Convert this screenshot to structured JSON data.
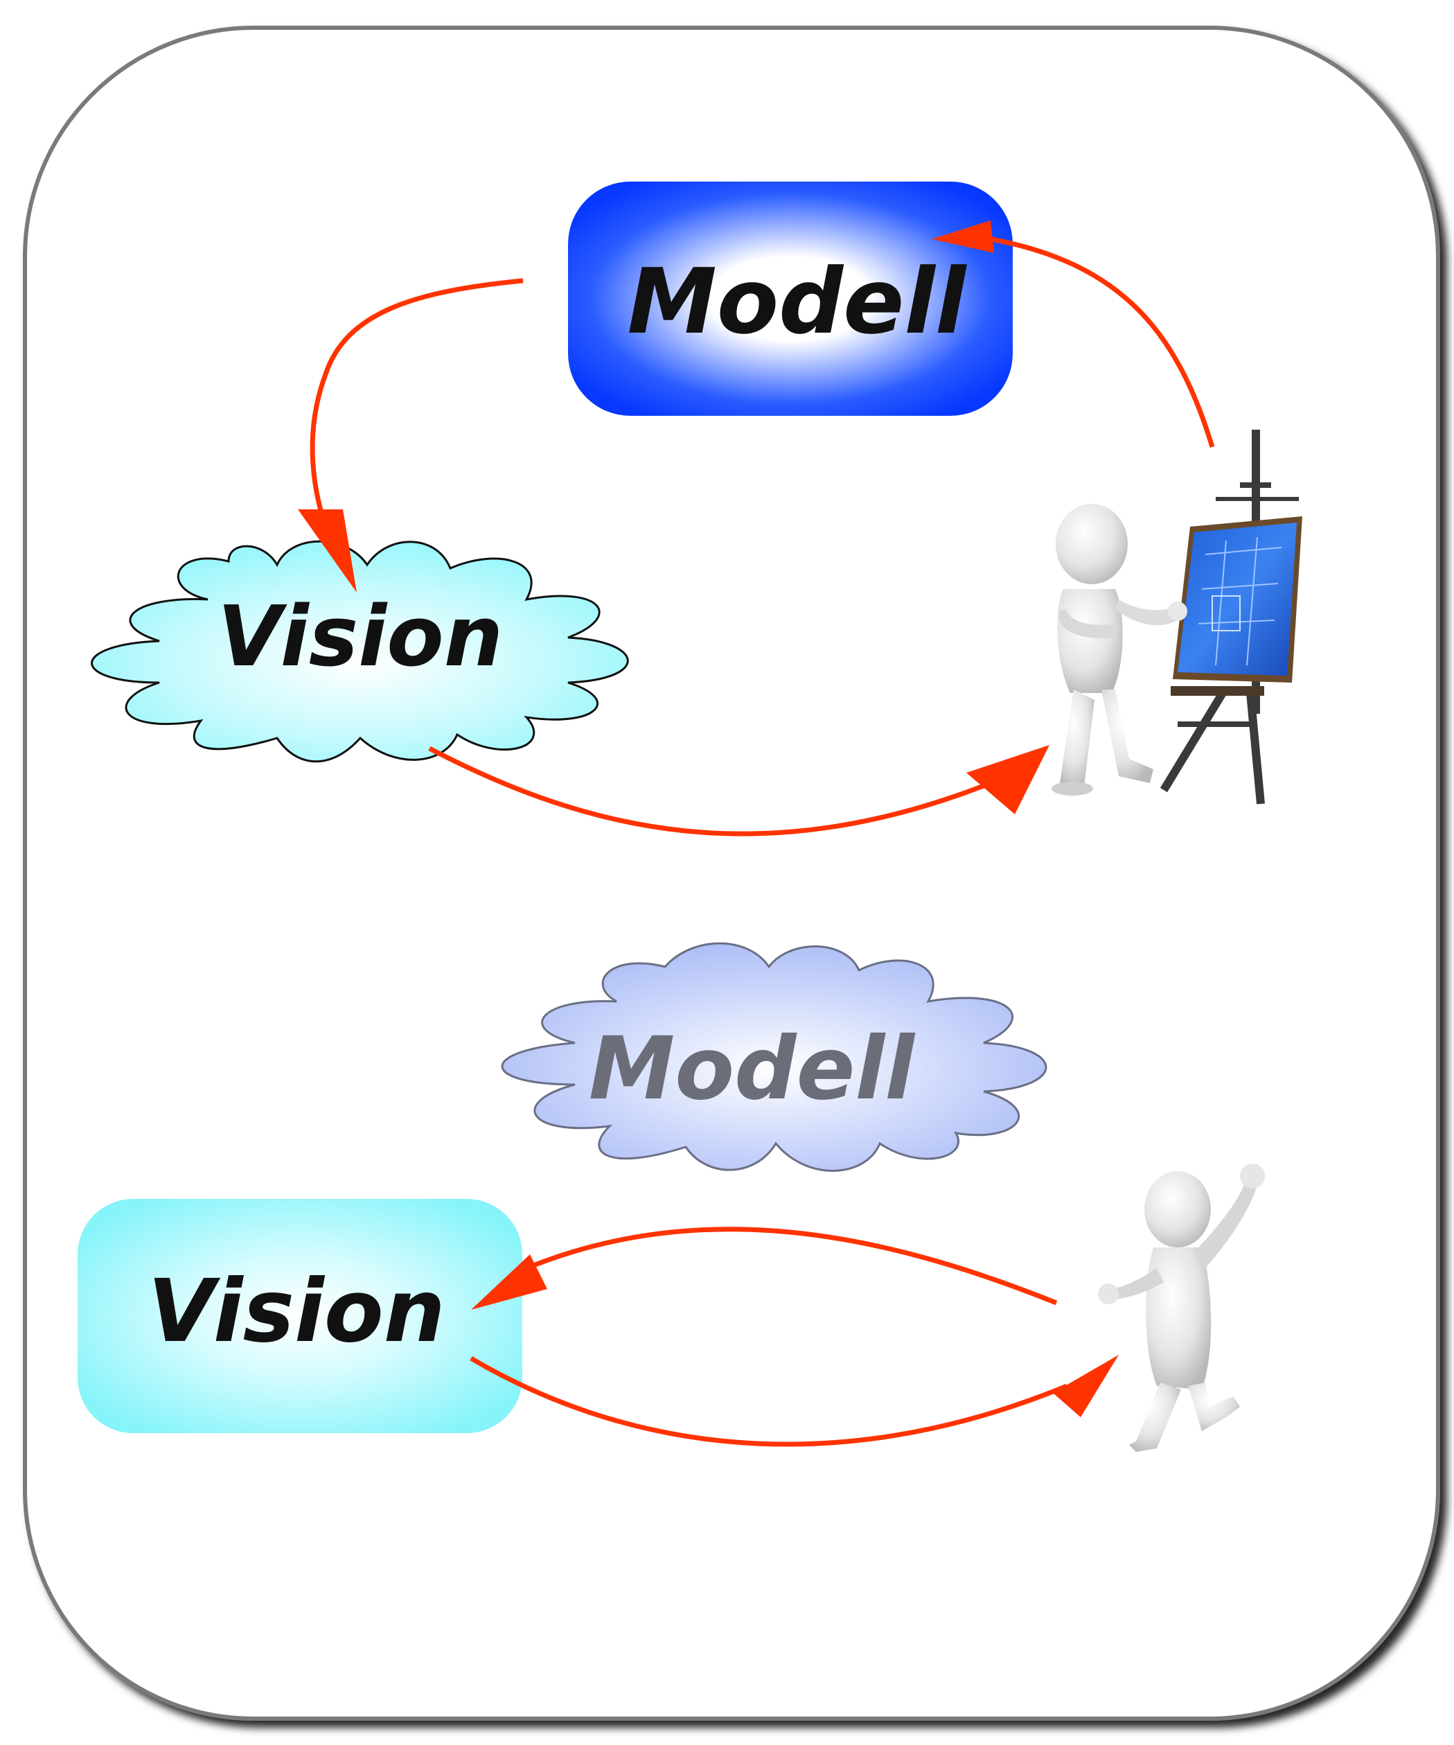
{
  "top_section": {
    "model_box_label": "Modell",
    "vision_cloud_label": "Vision"
  },
  "bottom_section": {
    "model_cloud_label": "Modell",
    "vision_box_label": "Vision"
  },
  "colors": {
    "arrow": "#ff3300",
    "model_box_blue": "#0a3cff",
    "vision_cyan": "#8ef6fb",
    "model_cloud_blue": "#a8b9f5",
    "faded_text": "#6b6e78",
    "frame_border": "#1a1a1a"
  }
}
